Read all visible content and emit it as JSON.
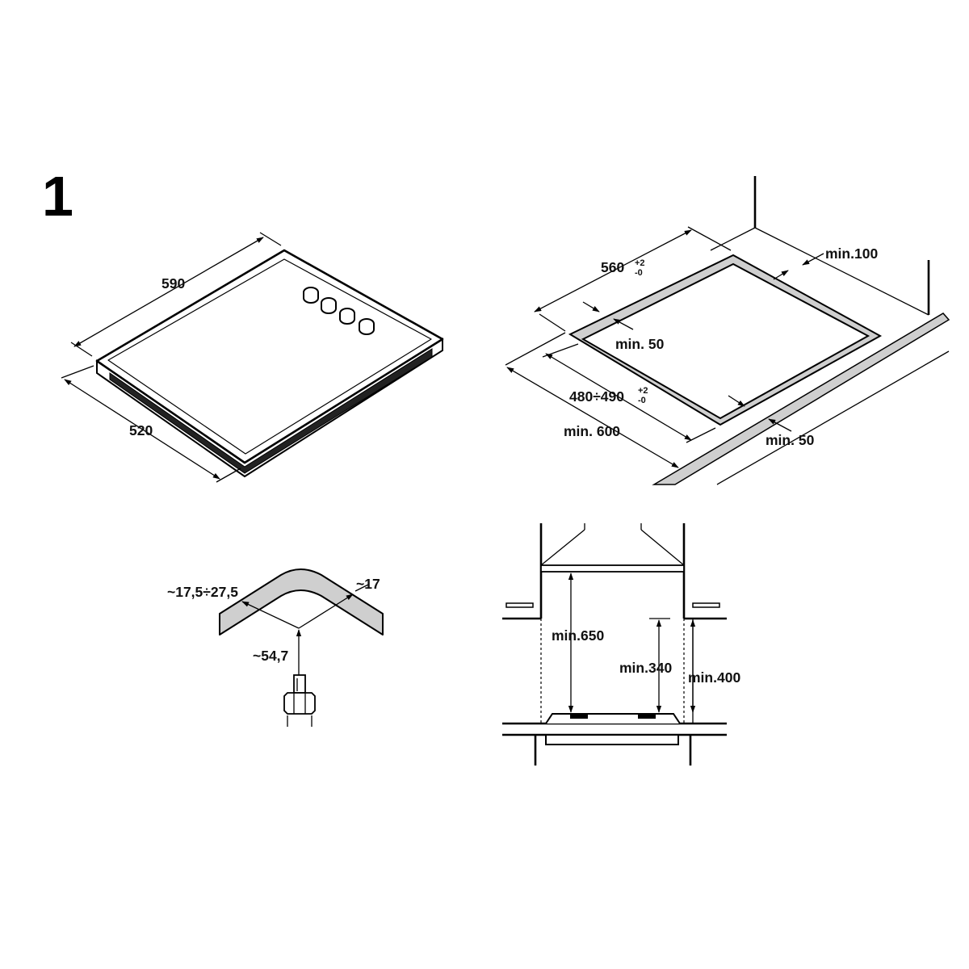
{
  "figure": {
    "number": "1"
  },
  "hob_dimensions": {
    "width": "590",
    "depth": "520"
  },
  "cutout": {
    "width_value": "560",
    "width_tol_plus": "+2",
    "width_tol_minus": "-0",
    "depth_value": "480÷490",
    "depth_tol_plus": "+2",
    "depth_tol_minus": "-0",
    "front_margin": "min. 50",
    "right_margin": "min. 50",
    "back_margin": "min.100",
    "worktop_depth": "min. 600"
  },
  "connector": {
    "angle_left": "~17,5÷27,5",
    "angle_right": "~17",
    "offset": "~54,7"
  },
  "clearances": {
    "hood_height": "min.650",
    "cabinet_height": "min.340",
    "wall_height": "min.400"
  },
  "colors": {
    "line": "#000000",
    "fill_gray": "#cfcfcf",
    "background": "#ffffff"
  }
}
